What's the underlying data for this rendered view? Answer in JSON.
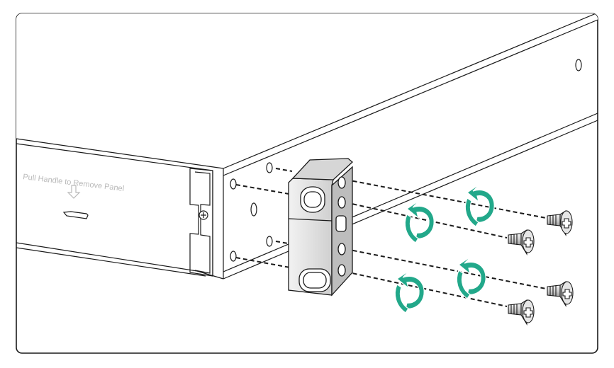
{
  "figure": {
    "panel_label": "Pull Handle to Remove Panel",
    "colors": {
      "outline": "#1a1a1a",
      "chassis_fill": "#ffffff",
      "bracket_fill": "#e3e3e3",
      "bracket_shade": "#bdbdbd",
      "screw_fill": "#d9d9d9",
      "arrow_teal": "#22a88a",
      "label_gray": "#b9b9b9"
    },
    "parts": {
      "chassis": "switch-chassis",
      "bracket": "mounting-bracket",
      "screws": [
        "screw-1",
        "screw-2",
        "screw-3",
        "screw-4"
      ],
      "rotation_arrows": [
        "clockwise-arrow-1",
        "clockwise-arrow-2",
        "clockwise-arrow-3",
        "clockwise-arrow-4"
      ]
    }
  }
}
